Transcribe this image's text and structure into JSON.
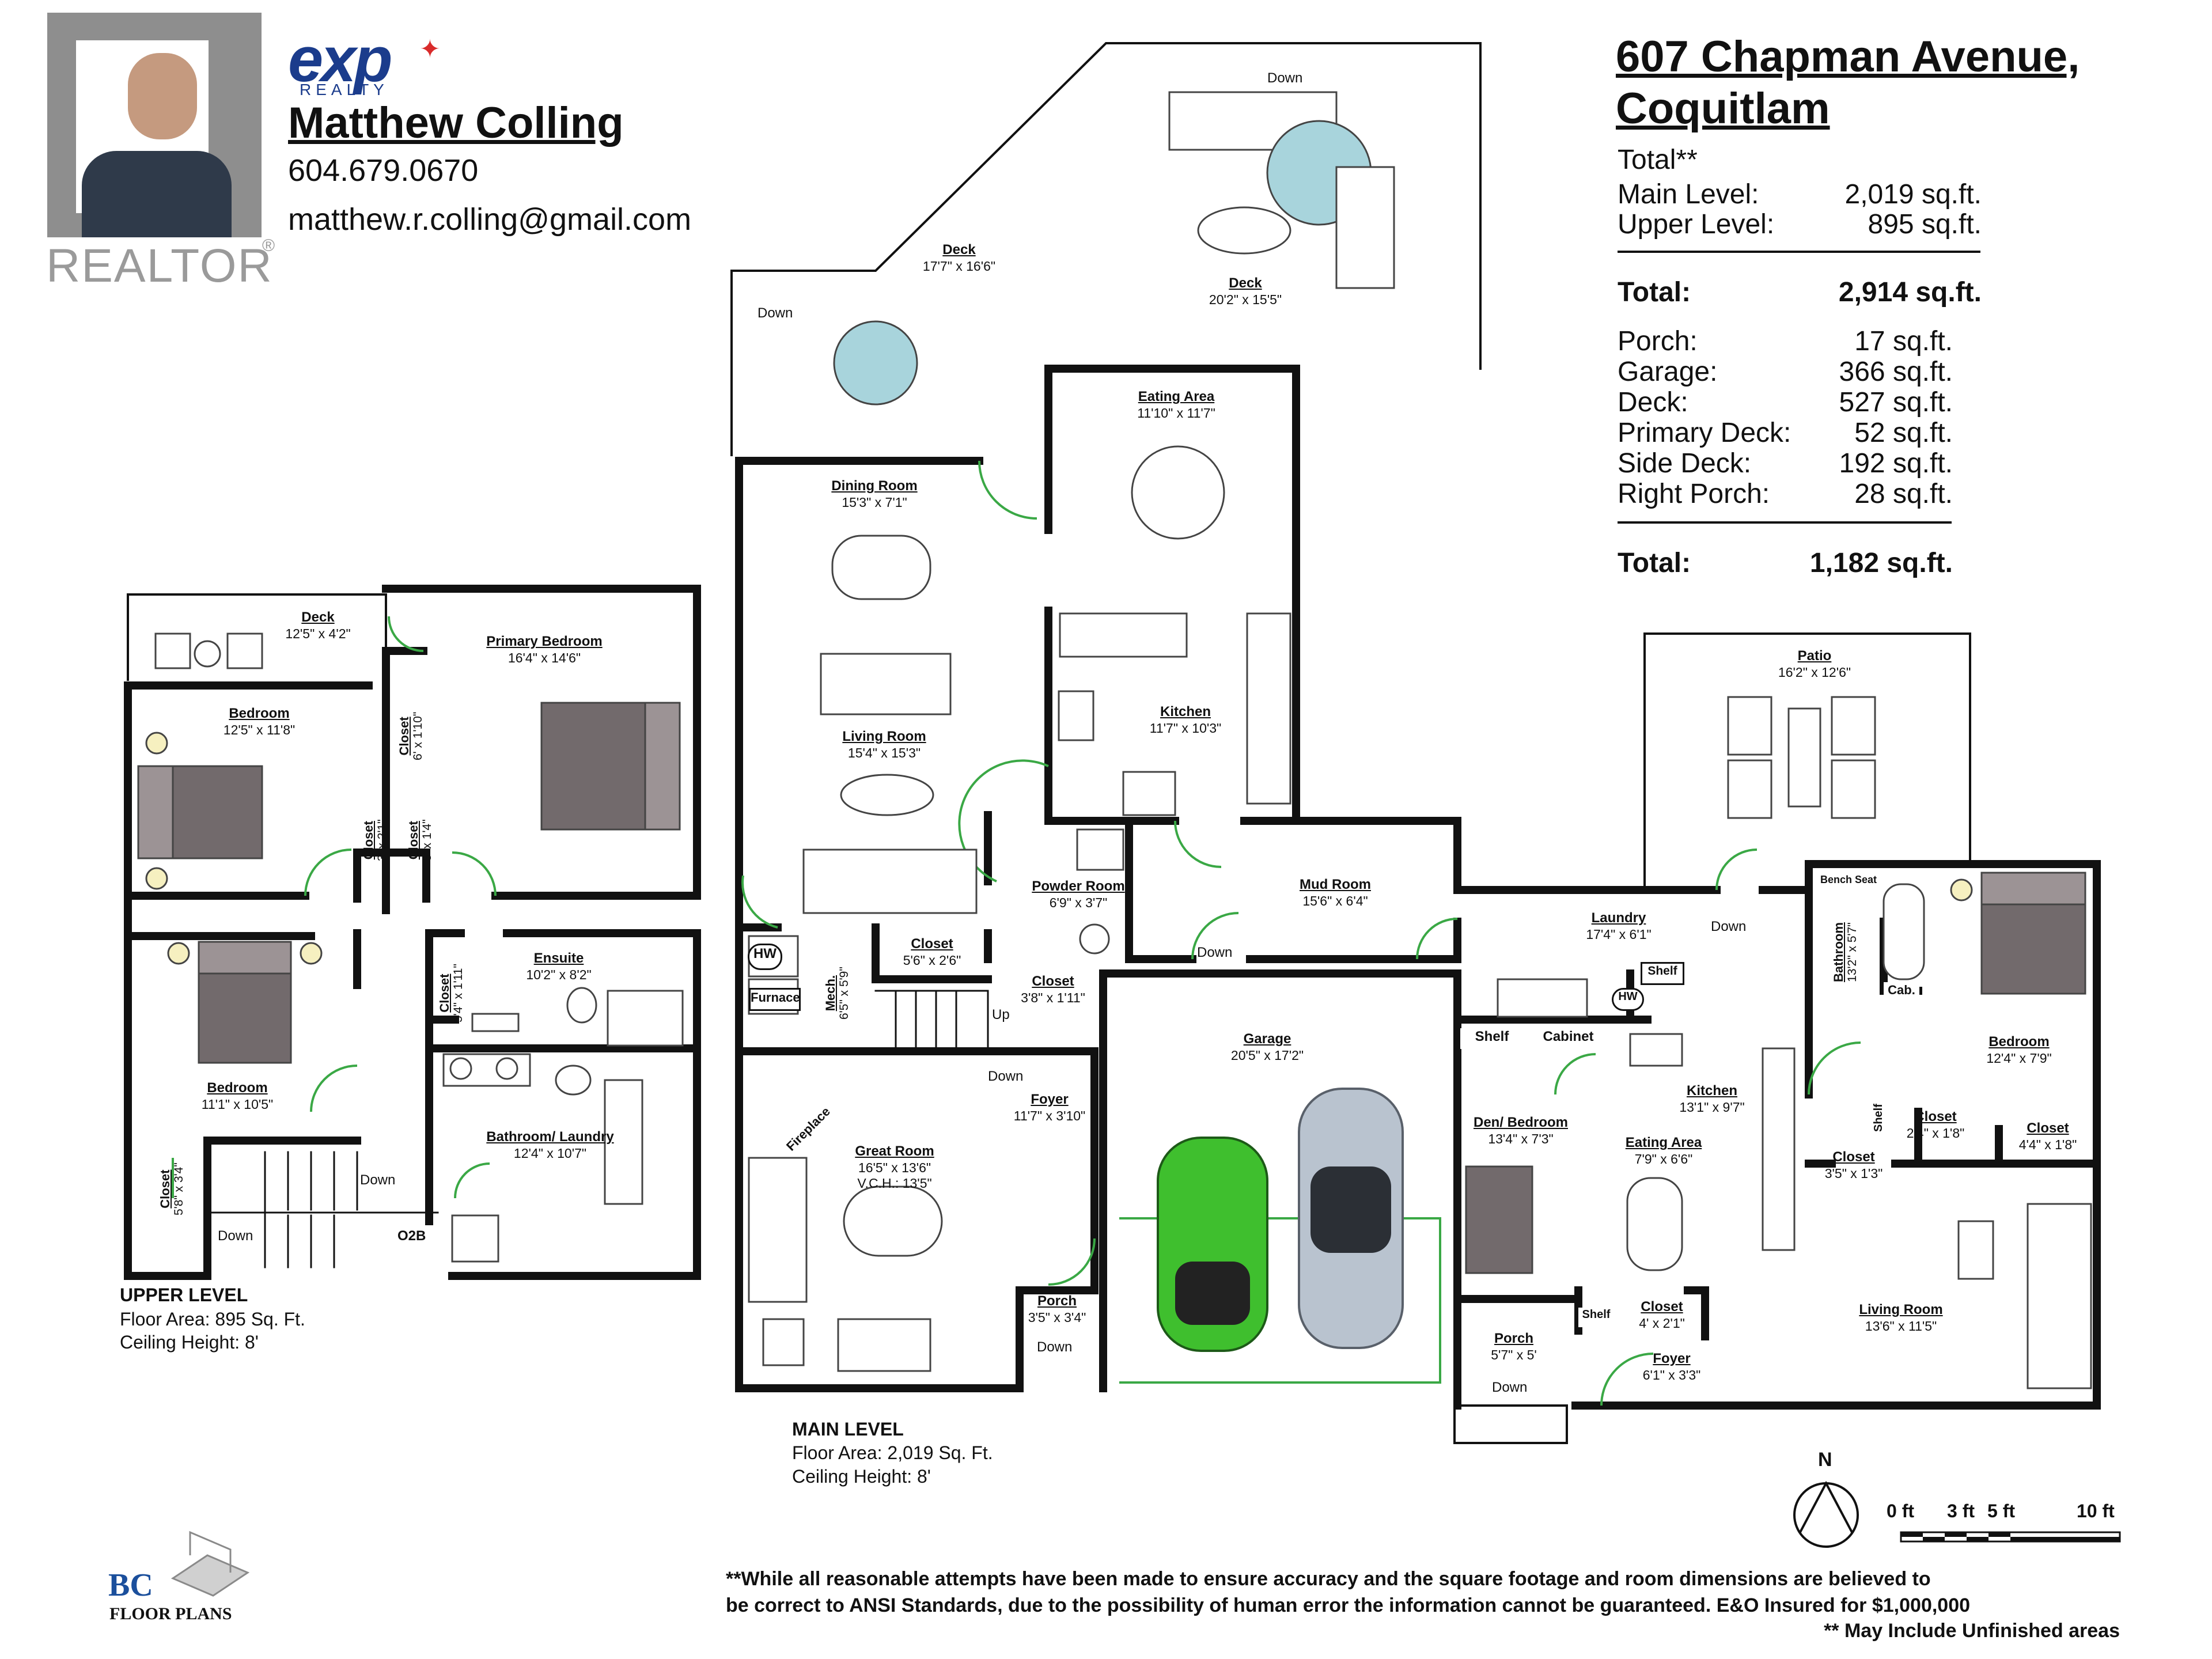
{
  "agent": {
    "brand_name": "exp",
    "brand_sub": "REALTY",
    "name": "Matthew Colling",
    "phone": "604.679.0670",
    "email": "matthew.r.colling@gmail.com",
    "realtor_mark": "REALTOR"
  },
  "property": {
    "address_line1": "607 Chapman Avenue,",
    "address_line2": "Coquitlam"
  },
  "area_summary": {
    "heading": "Total**",
    "finished": [
      {
        "label": "Main Level:",
        "value": "2,019 sq.ft."
      },
      {
        "label": "Upper Level:",
        "value": "895 sq.ft."
      }
    ],
    "finished_total": {
      "label": "Total:",
      "value": "2,914 sq.ft."
    },
    "unfinished": [
      {
        "label": "Porch:",
        "value": "17 sq.ft."
      },
      {
        "label": "Garage:",
        "value": "366 sq.ft."
      },
      {
        "label": "Deck:",
        "value": "527 sq.ft."
      },
      {
        "label": "Primary Deck:",
        "value": "52 sq.ft."
      },
      {
        "label": "Side Deck:",
        "value": "192 sq.ft."
      },
      {
        "label": "Right Porch:",
        "value": "28 sq.ft."
      }
    ],
    "unfinished_total": {
      "label": "Total:",
      "value": "1,182 sq.ft."
    }
  },
  "upper_level": {
    "title": "UPPER LEVEL",
    "floor_area": "Floor Area: 895 Sq. Ft.",
    "ceiling": "Ceiling Height: 8'",
    "rooms": [
      {
        "name": "Deck",
        "dim": "12'5\" x 4'2\""
      },
      {
        "name": "Primary Bedroom",
        "dim": "16'4\" x 14'6\""
      },
      {
        "name": "Bedroom",
        "dim": "12'5\" x 11'8\""
      },
      {
        "name": "Closet",
        "dim": "6' x 1'10\""
      },
      {
        "name": "Closet",
        "dim": "3' x 2'1\""
      },
      {
        "name": "Closet",
        "dim": "3' x 1'4\""
      },
      {
        "name": "Ensuite",
        "dim": "10'2\" x 8'2\""
      },
      {
        "name": "Closet",
        "dim": "5'4\" x 1'11\""
      },
      {
        "name": "Bedroom",
        "dim": "11'1\" x 10'5\""
      },
      {
        "name": "Bathroom/ Laundry",
        "dim": "12'4\" x 10'7\""
      },
      {
        "name": "Closet",
        "dim": "5'8\" x 3'4\""
      }
    ],
    "labels": {
      "down1": "Down",
      "down2": "Down",
      "o2b": "O2B"
    }
  },
  "main_level": {
    "title": "MAIN LEVEL",
    "floor_area": "Floor Area: 2,019 Sq. Ft.",
    "ceiling": "Ceiling Height: 8'",
    "rooms": [
      {
        "name": "Deck",
        "dim": "17'7\" x 16'6\""
      },
      {
        "name": "Deck",
        "dim": "20'2\" x 15'5\""
      },
      {
        "name": "Eating Area",
        "dim": "11'10\" x 11'7\""
      },
      {
        "name": "Dining Room",
        "dim": "15'3\" x 7'1\""
      },
      {
        "name": "Living Room",
        "dim": "15'4\" x 15'3\""
      },
      {
        "name": "Kitchen",
        "dim": "11'7\" x 10'3\""
      },
      {
        "name": "Powder Room",
        "dim": "6'9\" x 3'7\""
      },
      {
        "name": "Mud Room",
        "dim": "15'6\" x 6'4\""
      },
      {
        "name": "Closet",
        "dim": "5'6\" x 2'6\""
      },
      {
        "name": "Closet",
        "dim": "3'8\" x 1'11\""
      },
      {
        "name": "Mech.",
        "dim": "6'5\" x 5'9\""
      },
      {
        "name": "Garage",
        "dim": "20'5\" x 17'2\""
      },
      {
        "name": "Foyer",
        "dim": "11'7\" x 3'10\""
      },
      {
        "name": "Great Room",
        "dim": "16'5\" x 13'6\"",
        "extra": "V.C.H.: 13'5\""
      },
      {
        "name": "Porch",
        "dim": "3'5\" x 3'4\""
      },
      {
        "name": "Patio",
        "dim": "16'2\" x 12'6\""
      },
      {
        "name": "Laundry",
        "dim": "17'4\" x 6'1\""
      },
      {
        "name": "Bathroom",
        "dim": "13'2\" x 5'7\""
      },
      {
        "name": "Bedroom",
        "dim": "12'4\" x 7'9\""
      },
      {
        "name": "Kitchen",
        "dim": "13'1\" x 9'7\""
      },
      {
        "name": "Den/ Bedroom",
        "dim": "13'4\" x 7'3\""
      },
      {
        "name": "Eating Area",
        "dim": "7'9\" x 6'6\""
      },
      {
        "name": "Closet",
        "dim": "2'4\" x 1'8\""
      },
      {
        "name": "Closet",
        "dim": "4'4\" x 1'8\""
      },
      {
        "name": "Closet",
        "dim": "3'5\" x 1'3\""
      },
      {
        "name": "Closet",
        "dim": "4' x 2'1\""
      },
      {
        "name": "Foyer",
        "dim": "6'1\" x 3'3\""
      },
      {
        "name": "Porch",
        "dim": "5'7\" x 5'"
      },
      {
        "name": "Living Room",
        "dim": "13'6\" x 11'5\""
      }
    ],
    "labels": {
      "down_top": "Down",
      "down_deck": "Down",
      "down_mud": "Down",
      "down_foyer": "Down",
      "down_porch": "Down",
      "down_laundry": "Down",
      "down_right_porch": "Down",
      "up": "Up",
      "hw": "HW",
      "hw2": "HW",
      "furnace": "Furnace",
      "fireplace": "Fireplace",
      "shelf1": "Shelf",
      "shelf2": "Shelf",
      "shelf3": "Shelf",
      "shelf4": "Shelf",
      "cabinet": "Cabinet",
      "cab": "Cab.",
      "bench": "Bench Seat"
    }
  },
  "scale": {
    "north": "N",
    "ticks": [
      "0 ft",
      "3 ft",
      "5 ft",
      "10 ft"
    ]
  },
  "disclaimer": {
    "line1": "**While all reasonable attempts have been made to ensure accuracy and the square footage and room dimensions are believed to",
    "line2": "be correct to ANSI Standards, due to the possibility of human error the information cannot be guaranteed. E&O Insured for $1,000,000",
    "line3": "** May Include Unfinished areas"
  },
  "logo": {
    "line1": "BC",
    "line2": "FLOOR PLANS"
  },
  "colors": {
    "wall": "#111111",
    "door": "#3aa845",
    "car_green": "#3fbf2e",
    "car_silver": "#b9c3cf",
    "table_blue": "#a8d4dc",
    "bed_grey": "#726a6c"
  }
}
